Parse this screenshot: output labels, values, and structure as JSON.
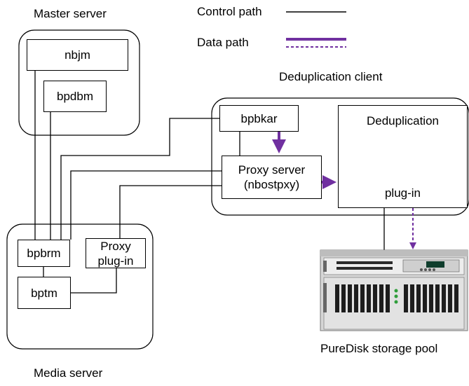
{
  "legend": {
    "control_path_label": "Control path",
    "data_path_label": "Data path"
  },
  "groups": {
    "master_server": "Master server",
    "deduplication_client": "Deduplication client",
    "media_server": "Media server",
    "storage_pool": "PureDisk storage pool"
  },
  "nodes": {
    "nbjm": "nbjm",
    "bpdbm": "bpdbm",
    "bpbkar": "bpbkar",
    "proxy_server_line1": "Proxy server",
    "proxy_server_line2": "(nbostpxy)",
    "dedup_title": "Deduplication",
    "dedup_sub": "plug-in",
    "bpbrm": "bpbrm",
    "proxy_plugin_line1": "Proxy",
    "proxy_plugin_line2": "plug-in",
    "bptm": "bptm"
  },
  "colors": {
    "data_path": "#7030a0",
    "gear_orange": "#f7b22d",
    "gear_frame": "#6f8ea8"
  },
  "icons": {
    "plugin": "gear-icon",
    "storage": "server-rack-icon"
  }
}
